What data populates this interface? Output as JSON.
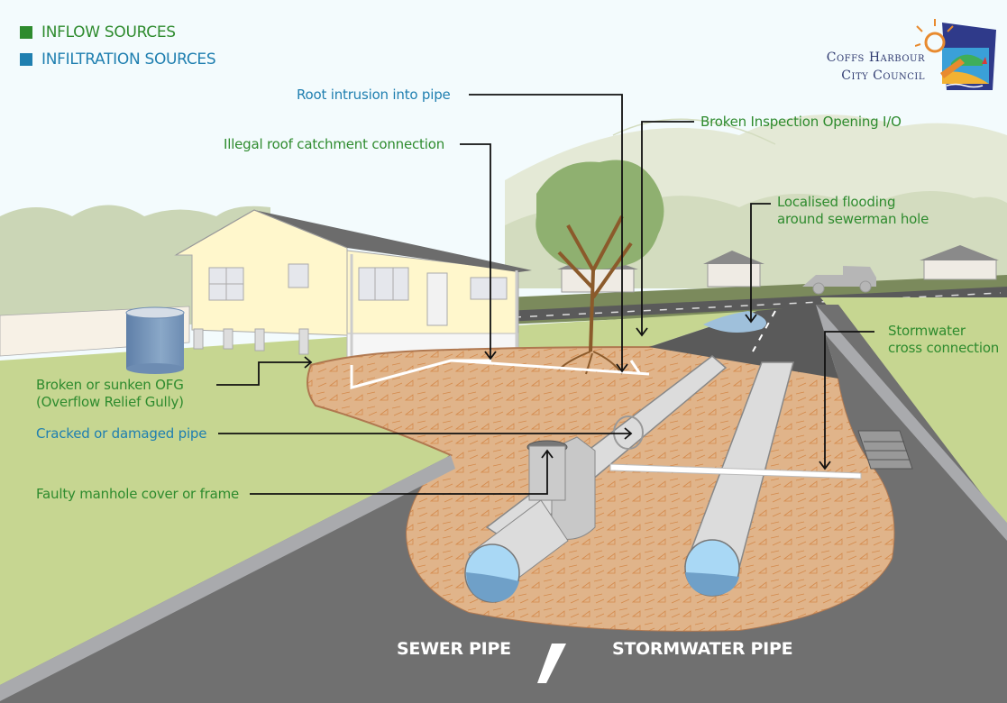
{
  "legend": {
    "items": [
      {
        "label": "INFLOW SOURCES",
        "color": "#2e8b2e"
      },
      {
        "label": "INFILTRATION SOURCES",
        "color": "#1f7fb0"
      }
    ]
  },
  "logo": {
    "line1": "Coffs Harbour",
    "line2": "City Council"
  },
  "callouts": {
    "root_intrusion": {
      "text": "Root intrusion into pipe",
      "type": "infiltration"
    },
    "broken_io": {
      "text": "Broken Inspection Opening I/O",
      "type": "inflow"
    },
    "illegal_roof": {
      "text": "Illegal roof catchment connection",
      "type": "inflow"
    },
    "localised_flooding": {
      "line1": "Localised flooding",
      "line2": "around sewerman hole",
      "type": "inflow"
    },
    "stormwater_cross": {
      "line1": "Stormwater",
      "line2": "cross connection",
      "type": "inflow"
    },
    "broken_ofg": {
      "line1": "Broken or sunken OFG",
      "line2": "(Overflow Relief Gully)",
      "type": "inflow"
    },
    "cracked_pipe": {
      "text": "Cracked or damaged pipe",
      "type": "infiltration"
    },
    "faulty_manhole": {
      "text": "Faulty manhole cover or frame",
      "type": "inflow"
    }
  },
  "pipe_labels": {
    "sewer": "SEWER PIPE",
    "stormwater": "STORMWATER PIPE"
  },
  "colors": {
    "inflow": "#2e8b2e",
    "infiltration": "#1f7fb0",
    "sky": "#f3fbfd",
    "grass": "#c6d691",
    "road": "#707070",
    "soil": "#e0b48a"
  }
}
